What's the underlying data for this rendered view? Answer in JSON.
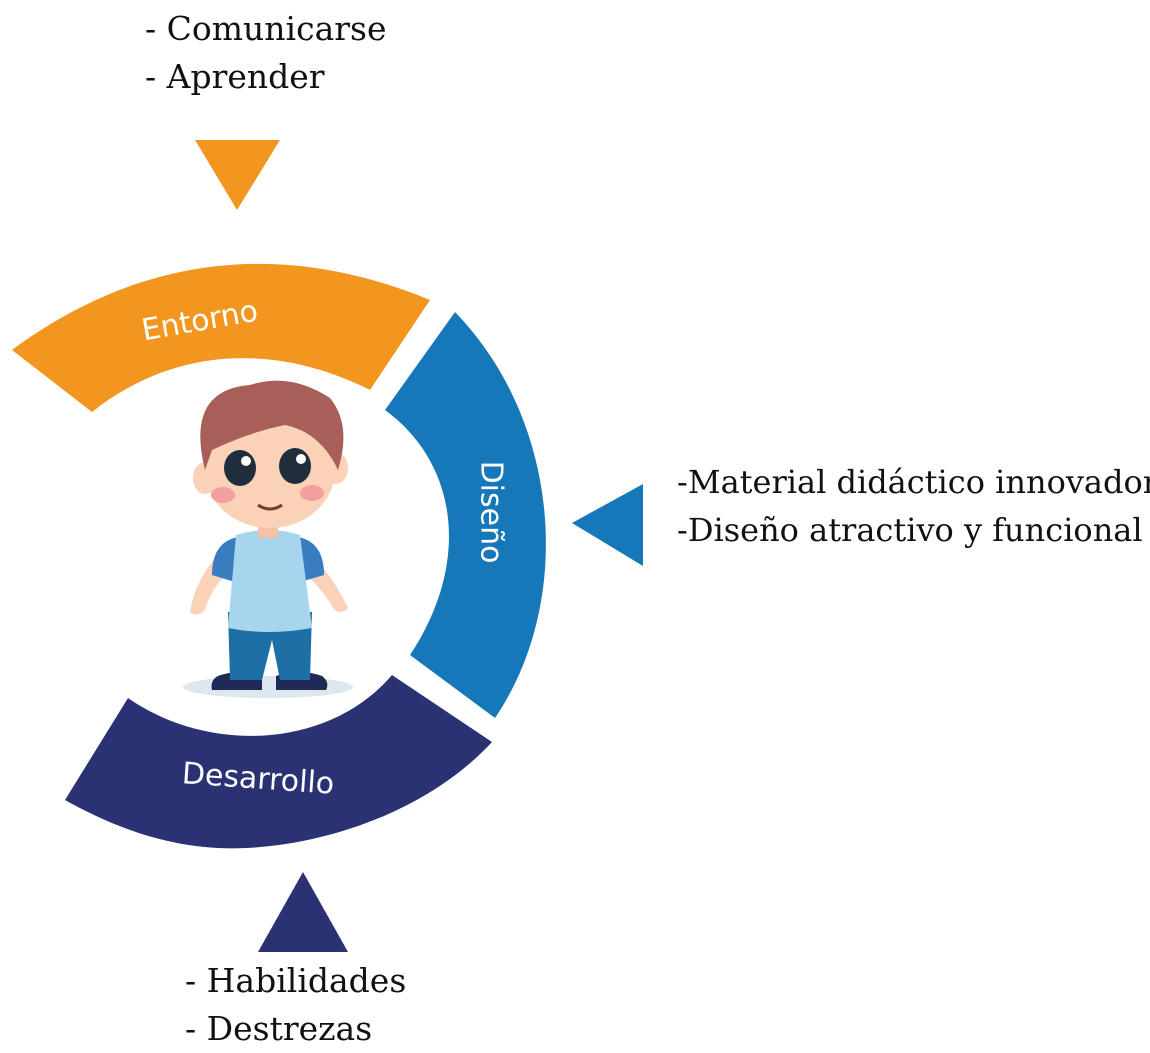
{
  "colors": {
    "entorno": "#F2961F",
    "diseno": "#1678B9",
    "desarrollo": "#2B3274"
  },
  "segments": {
    "entorno": "Entorno",
    "diseno": "Diseño",
    "desarrollo": "Desarrollo"
  },
  "notes": {
    "top": [
      "- Comunicarse",
      "- Aprender"
    ],
    "right": [
      "-Material didáctico innovador",
      "-Diseño atractivo y funcional"
    ],
    "bottom": [
      "- Habilidades",
      "- Destrezas"
    ]
  },
  "icons": {
    "center": "child-illustration-icon"
  }
}
